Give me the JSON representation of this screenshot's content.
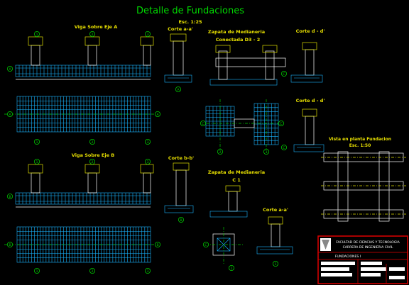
{
  "title": "Detalle de Fundaciones",
  "scale_main": "Esc. 1:25",
  "labels": {
    "viga_a": "Viga Sobre Eje A",
    "viga_b": "Viga Sobre Eje B",
    "corte_aa_top": "Corte a-a'",
    "corte_bb": "Corte b-b'",
    "zapata_c3": "Zapata de Medianeria",
    "zapata_c3_sub": "Conectada   D3 - 2",
    "zapata_c1": "Zapata de Medianeria",
    "zapata_c1_sub": "C 1",
    "corte_dd_top": "Corte d - d'",
    "corte_dd_mid": "Corte d - d'",
    "corte_aa_bottom": "Corte a-a'",
    "vista_planta": "Vista en planta Fundacion",
    "vista_scale": "Esc. 1:50"
  },
  "axis_markers": [
    "1",
    "2",
    "3",
    "4",
    "A",
    "B",
    "C"
  ],
  "title_block": {
    "line1": "FACULTAD DE CIENCIAS Y TECNOLOGIA",
    "line2": "CARRERA DE INGENIERIA CIVIL",
    "sheet": "FUNDACIONES I"
  },
  "colors": {
    "background": "#000000",
    "rebar": "#19b4ff",
    "axis": "#00c800",
    "titles": "#e8e000",
    "frame": "#e00000"
  }
}
